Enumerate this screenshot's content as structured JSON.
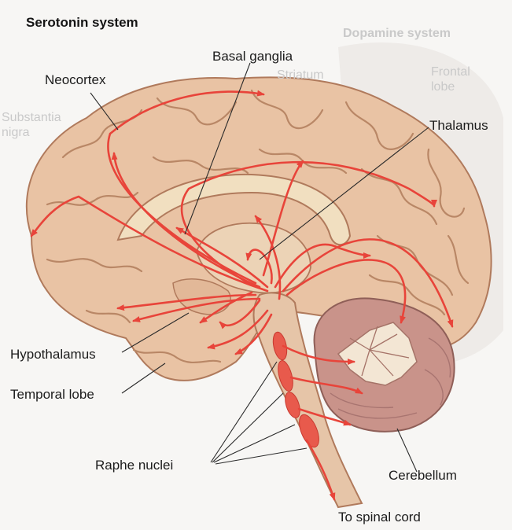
{
  "figure": {
    "title": "Serotonin system",
    "labels": {
      "neocortex": "Neocortex",
      "basal_ganglia": "Basal ganglia",
      "thalamus": "Thalamus",
      "hypothalamus": "Hypothalamus",
      "temporal_lobe": "Temporal lobe",
      "raphe_nuclei": "Raphe nuclei",
      "cerebellum": "Cerebellum",
      "to_spinal_cord": "To spinal cord"
    },
    "background_labels": {
      "dopamine_system": "Dopamine system",
      "frontal_lobe": "Frontal\nlobe",
      "striatum": "Striatum",
      "substantia_nigra": "Substantia\nnigra"
    }
  },
  "colors": {
    "pathway": "#e8443a",
    "nucleus": "#e85a4c",
    "brain_fill": "#e9c3a4",
    "brain_shade": "#d7a17f",
    "brain_outline": "#b07a5c",
    "midline": "#f1dfc0",
    "cerebellum": "#c9938a",
    "cerebellum_white": "#f3e6d4",
    "leader_line": "#2a2a2a"
  }
}
